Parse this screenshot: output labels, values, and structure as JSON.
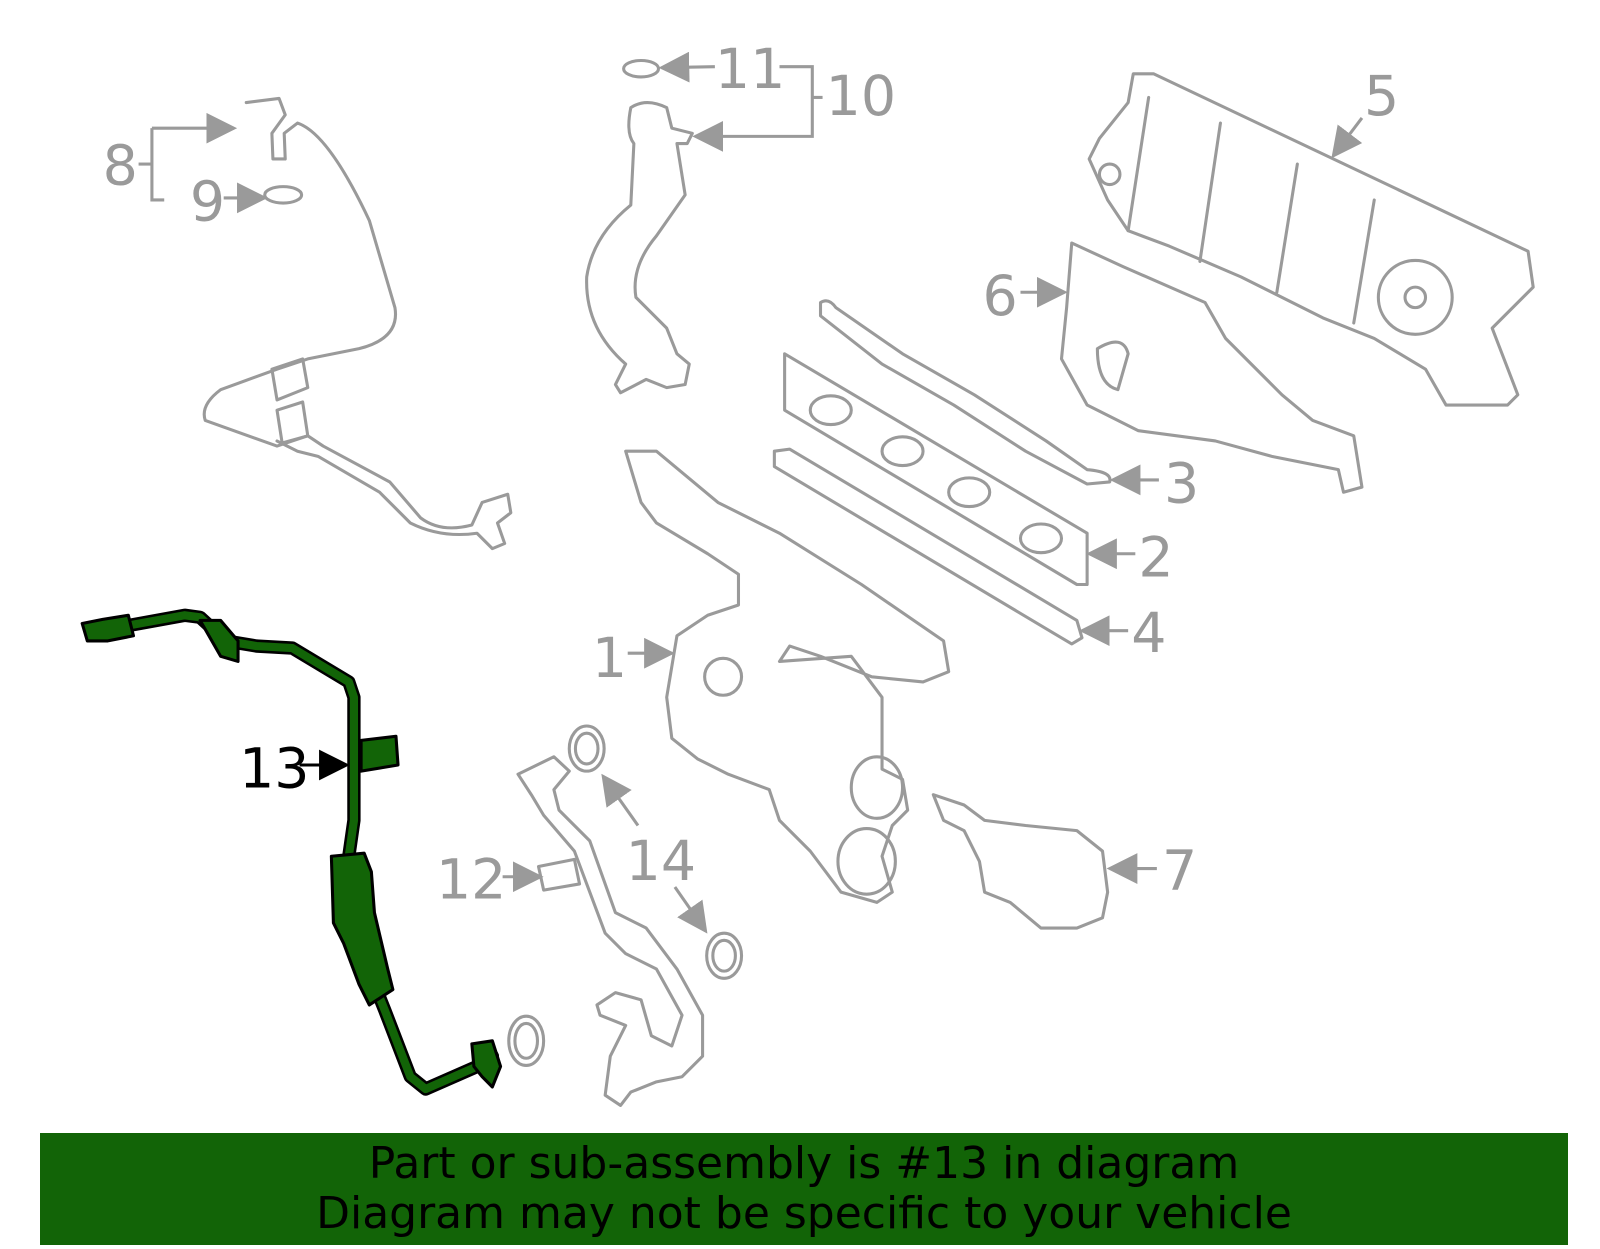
{
  "callouts": {
    "c1": "1",
    "c2": "2",
    "c3": "3",
    "c4": "4",
    "c5": "5",
    "c6": "6",
    "c7": "7",
    "c8": "8",
    "c9": "9",
    "c10": "10",
    "c11": "11",
    "c12": "12",
    "c13": "13",
    "c14a": "14"
  },
  "highlighted_part": "13",
  "colors": {
    "highlight": "#126407",
    "parts": "#9a9a9a"
  },
  "banner": {
    "line1": "Part or sub-assembly is #13 in diagram",
    "line2": "Diagram may not be specific to your vehicle"
  }
}
